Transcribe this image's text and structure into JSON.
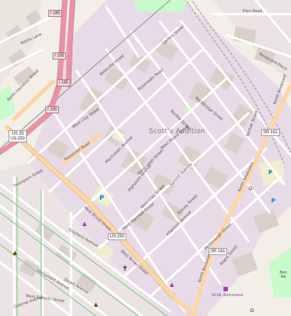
{
  "map": {
    "neighborhood": "Scott's Addition",
    "streets": {
      "elen_road": "Elen Road",
      "carlton_street": "Carlton Street",
      "boulevard_place": "Boulevard Place",
      "mattis_lane": "Mattis Lane",
      "north_hamilton_street": "North Hamilton Street",
      "belleville_street": "Belleville Street",
      "roseneath_road": "Roseneath Road",
      "rockbridge_street": "Rockbridge Street",
      "norfolk_street": "Norfolk Street",
      "west_clay_street": "West Clay Street",
      "macgowan_avenue": "MacGowan Avenue",
      "west_moore_street": "West Moore Street",
      "norfolk_street_2": "Norfolk Street",
      "north_boulevard_upper": "North Boulevard",
      "north_boulevard_mid": "North Boulevard",
      "north_boulevard_lower": "North Boulevard",
      "roosevelt_road": "Roosevelt Road",
      "west_leigh_street": "West Leigh Street",
      "summit_avenue": "Summit Avenue",
      "kinney_street": "Kinney Street",
      "highpoint_avenue": "Highpoint Avenue",
      "west_clay_street_2": "West Clay Street",
      "thompson_street": "Thompson Street",
      "west_broad_street": "West Broad Street",
      "west_marshall_street": "West Marshall Street",
      "altamont_avenue": "Altamont Avenue",
      "grayland_avenue": "Grayland Avenue",
      "mcdonough_street": "McDonough Street",
      "maple_street": "Maple Street",
      "west_broad_street_2": "West Broad Street",
      "monument_avenue": "Monument Avenue",
      "stuart_avenue": "Stuart Avenue",
      "west_franklin_street": "West Franklin Street",
      "colonial_avenue": "Colonial Avenue"
    },
    "shields": {
      "i195_a": "I 195",
      "i195_b": "I 195",
      "i195_c": "I 195",
      "i195_d": "I 195",
      "us33": "US 33",
      "us250": "US 250",
      "us250_b": "US 250",
      "sr161_a": "SR 161",
      "sr161_b": "SR 161"
    },
    "pois": {
      "vcu_richmond": "VCDL Richmond",
      "museum_partial": "Bon\nRe"
    },
    "icon_names": {
      "parking_a": "parking-icon",
      "parking_b": "parking-icon",
      "parking_c": "parking-icon",
      "shop_a": "shop-icon",
      "shop_b": "shop-icon",
      "shop_c": "shop-icon",
      "monument_a": "monument-icon",
      "monument_b": "monument-icon",
      "church": "church-icon",
      "museum": "museum-icon"
    },
    "colors": {
      "land": "#f2efe9",
      "residential": "#e8dbe8",
      "building": "#d9d0c9",
      "primary_road": "#fcd6a4",
      "motorway": "#e892a2",
      "park": "#c8facc",
      "water": "#aad3df",
      "parking": "#eeeeee",
      "rail": "#9b9b9b",
      "tram": "#8fcf92"
    }
  }
}
